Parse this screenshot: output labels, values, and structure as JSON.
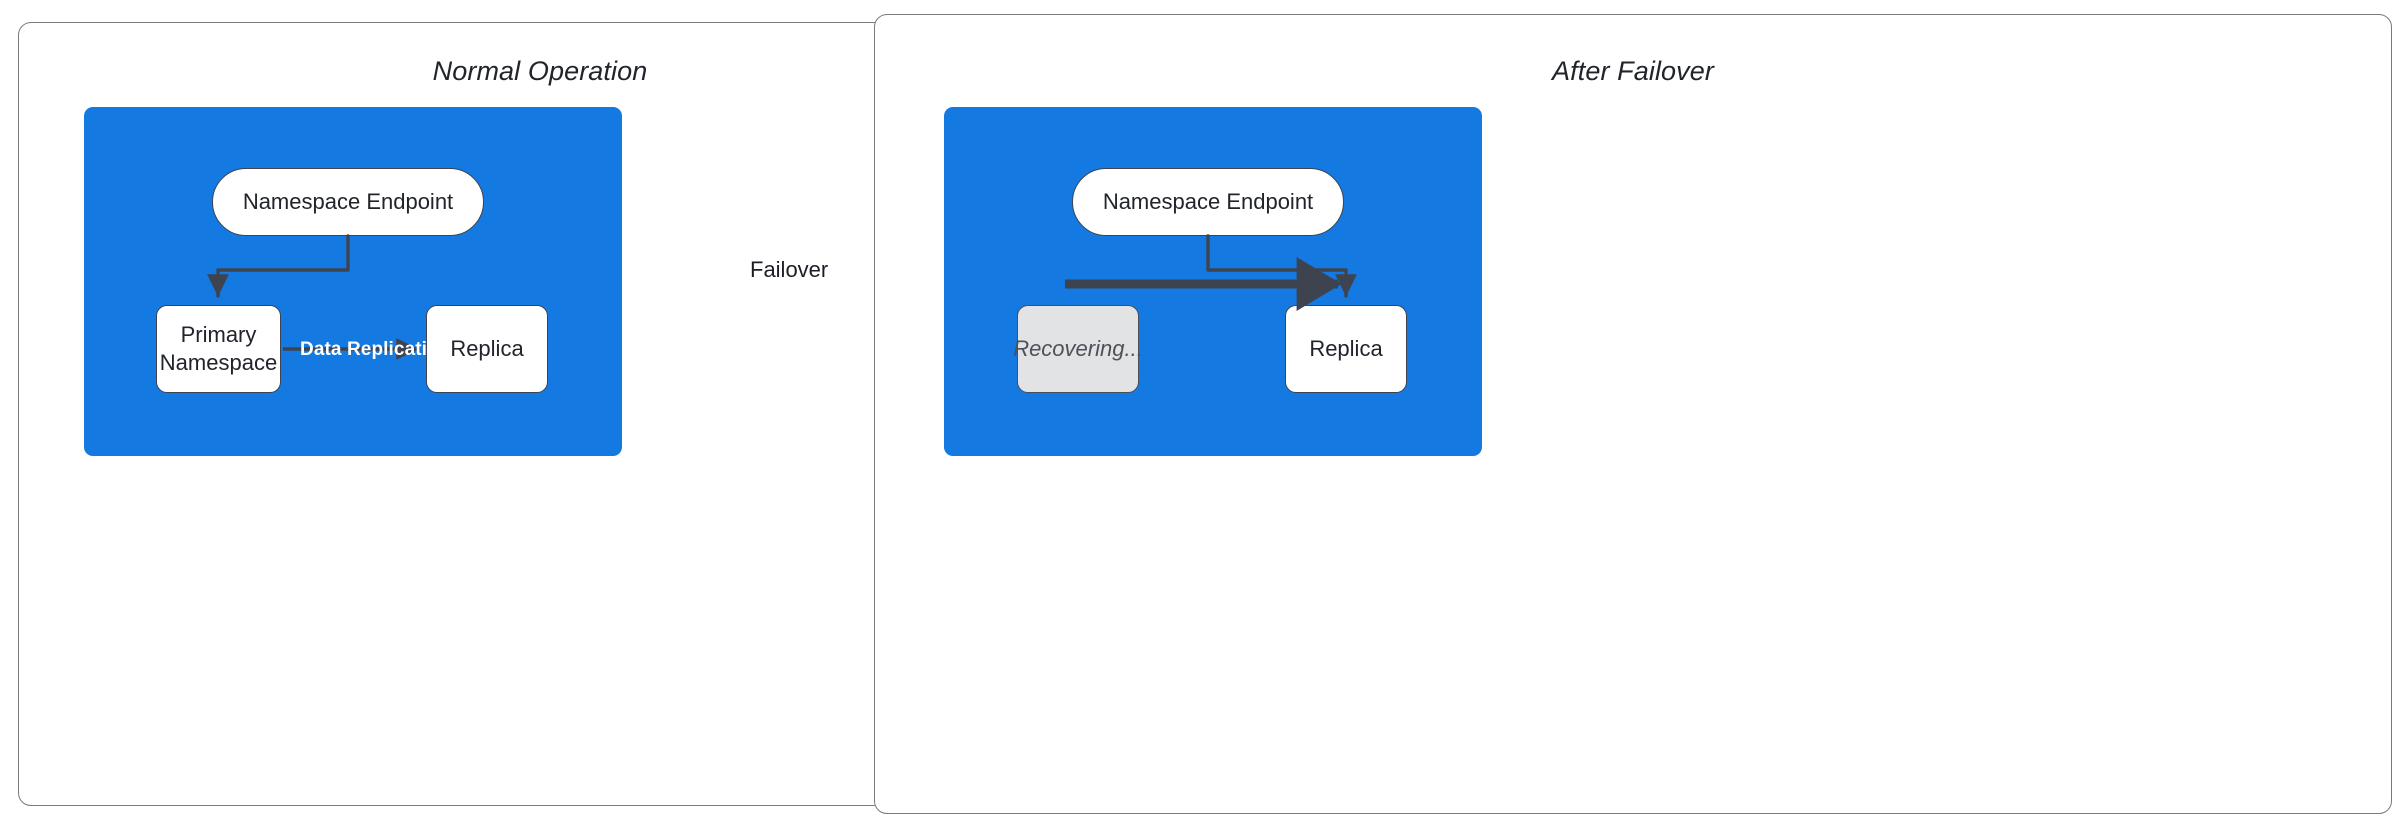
{
  "diagram": {
    "title_left": "Normal Operation",
    "title_right": "After Failover",
    "transition_label": "Failover",
    "accent_blue": "#1479e0",
    "stroke_dark": "#3d4450",
    "dim_fill": "#e1e3e4",
    "panel_border": "#7a7a7a"
  },
  "left_panel": {
    "title": "Normal Operation",
    "nodes": {
      "endpoint": "Namespace Endpoint",
      "primary": "Primary\nNamespace",
      "primary_line1": "Primary",
      "primary_line2": "Namespace",
      "replica": "Replica"
    },
    "edges": {
      "endpoint_to_primary": "",
      "replication": "Data Replication"
    }
  },
  "right_panel": {
    "title": "After Failover",
    "nodes": {
      "endpoint": "Namespace Endpoint",
      "recovering": "Recovering...",
      "replica": "Replica"
    },
    "edges": {
      "endpoint_to_replica": ""
    }
  }
}
